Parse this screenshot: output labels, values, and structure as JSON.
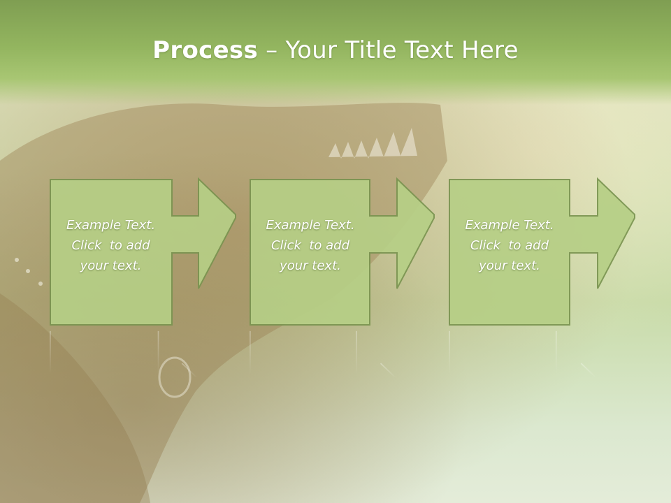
{
  "title": {
    "bold": "Process",
    "rest": " – Your Title Text Here"
  },
  "steps": [
    {
      "line1": "Example Text.",
      "line2": "Click  to add",
      "line3": "your text."
    },
    {
      "line1": "Example Text.",
      "line2": "Click  to add",
      "line3": "your text."
    },
    {
      "line1": "Example Text.",
      "line2": "Click  to add",
      "line3": "your text."
    }
  ],
  "colors": {
    "title_band": "#93b55f",
    "box_fill": "#b6cf86",
    "box_stroke": "#7a9450",
    "text": "#ffffff"
  }
}
